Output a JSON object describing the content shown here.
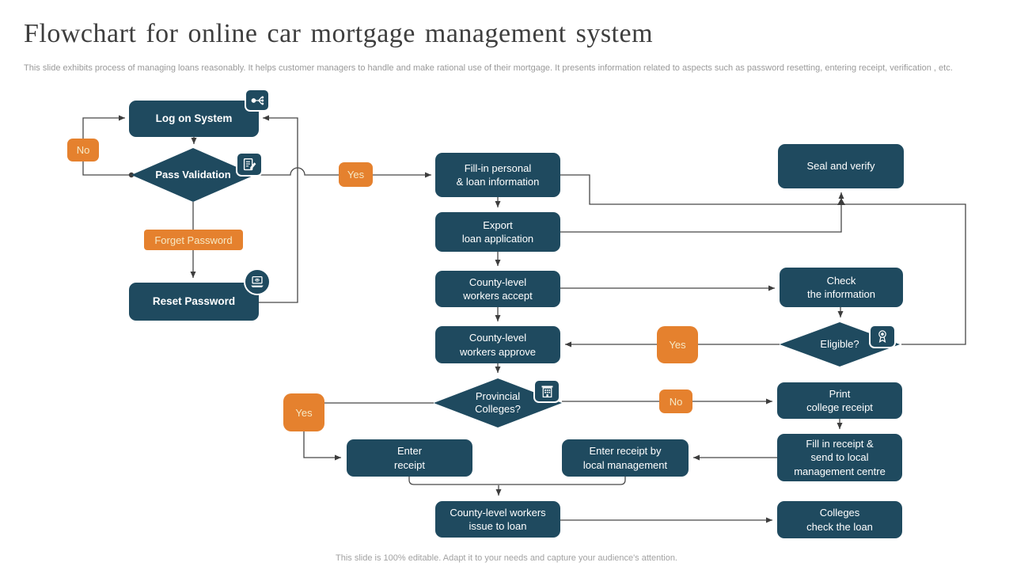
{
  "slide": {
    "title": "Flowchart for online car mortgage management system",
    "description": "This slide exhibits process of managing loans reasonably. It helps customer managers to handle and make rational use of their mortgage. It presents information related to aspects such as password resetting, entering receipt, verification , etc.",
    "footer": "This slide is 100% editable. Adapt it to your needs and capture your audience's attention."
  },
  "colors": {
    "node_fill": "#1f4a5f",
    "accent_orange": "#e5812e",
    "tag_text": "#f6e9c5",
    "connector": "#474747",
    "title_text": "#3e3e3e",
    "muted_text": "#9a9a9a"
  },
  "flowchart": {
    "nodes": {
      "log_on": "Log on System",
      "pass_validation": "Pass Validation",
      "forget_password": "Forget Password",
      "reset_password": "Reset Password",
      "fill_in": "Fill-in personal\n& loan information",
      "export_loan": "Export\nloan application",
      "county_accept": "County-level\nworkers accept",
      "county_approve": "County-level\nworkers approve",
      "seal_verify": "Seal and verify",
      "check_info": "Check\nthe information",
      "eligible": "Eligible?",
      "provincial": "Provincial\nColleges?",
      "print_receipt": "Print\ncollege receipt",
      "fill_receipt": "Fill in receipt &\nsend to local\nmanagement centre",
      "enter_receipt": "Enter\nreceipt",
      "enter_receipt_local": "Enter receipt by\nlocal management",
      "county_issue": "County-level workers\nissue to loan",
      "colleges_check": "Colleges\ncheck the loan"
    },
    "labels": {
      "no_pass": "No",
      "yes_pass": "Yes",
      "yes_eligible": "Yes",
      "yes_provincial": "Yes",
      "no_provincial": "No"
    },
    "icons": {
      "log_on": "branch-flow-icon",
      "pass_validation": "clipboard-pen-icon",
      "reset_password": "laptop-icon",
      "eligible": "award-ribbon-icon",
      "provincial": "building-icon"
    }
  }
}
